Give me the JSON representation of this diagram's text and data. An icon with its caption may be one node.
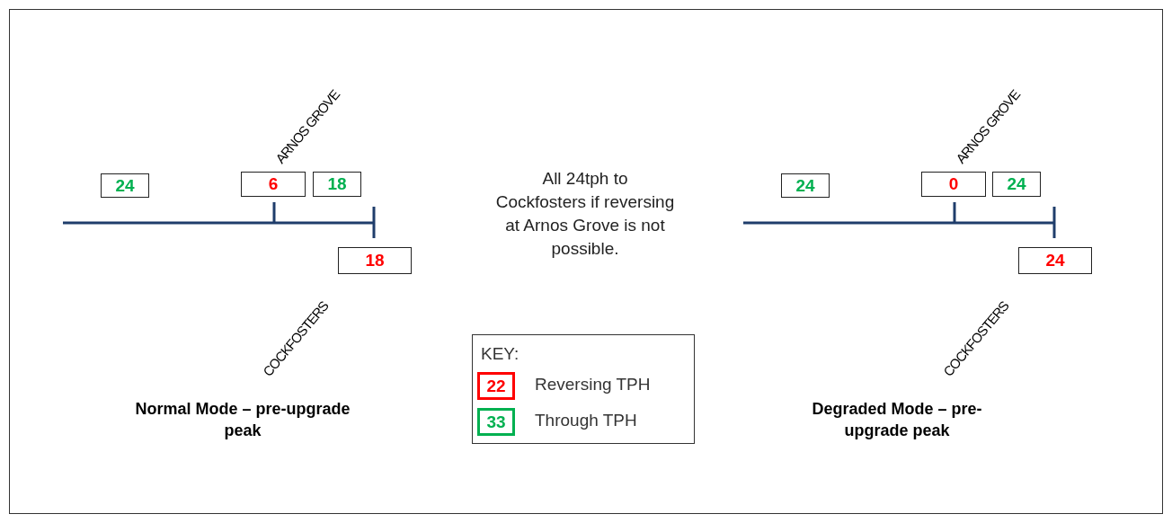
{
  "diagram": {
    "nodes": [
      {
        "text": [
          "24"
        ]
      },
      {
        "text": [
          "6"
        ]
      },
      {
        "text": [
          "18"
        ]
      },
      {
        "text": [
          "18"
        ]
      },
      {
        "text": [
          "24"
        ]
      },
      {
        "text": [
          "0"
        ]
      },
      {
        "text": [
          "24"
        ]
      },
      {
        "text": [
          "24"
        ]
      }
    ],
    "edges": [],
    "labels": [
      "ARNOS GROVE",
      "ARNOS GROVE",
      "All 24tph to Cockfosters if reversing at Arnos Grove is not possible.",
      "COCKFOSTERS",
      "COCKFOSTERS",
      "Normal Mode – pre-upgrade peak",
      "Degraded Mode – pre-upgrade peak",
      "KEY:",
      "22",
      "33"
    ],
    "legend": [
      {
        "text": "Reversing TPH",
        "color": "#ff0000"
      },
      {
        "text": "Through TPH",
        "color": "#00b050"
      }
    ]
  }
}
